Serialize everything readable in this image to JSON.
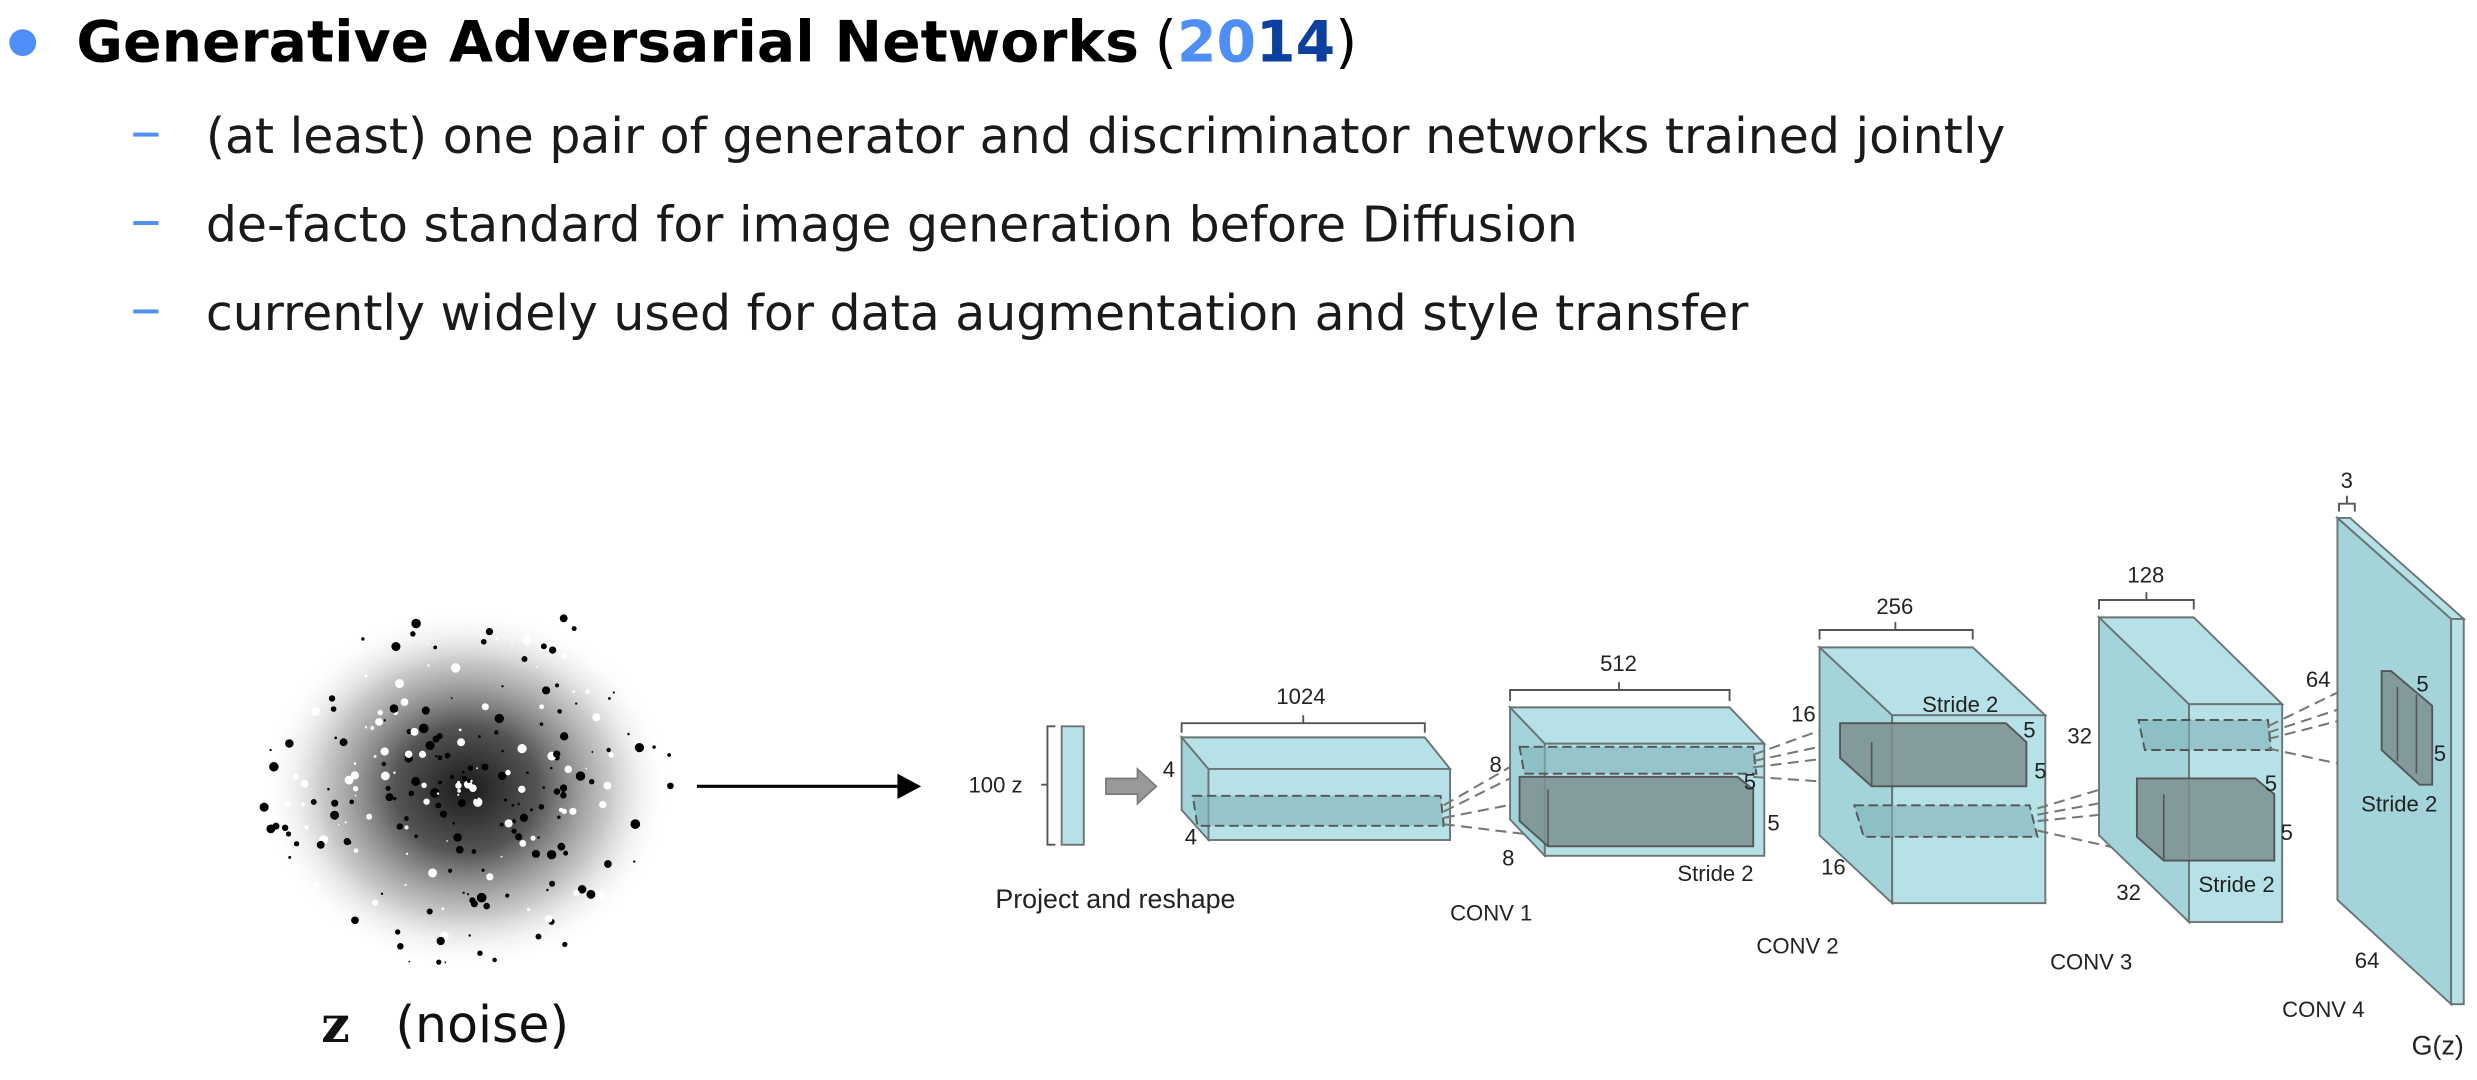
{
  "heading": {
    "title": "Generative Adversarial Networks",
    "paren_open": "(",
    "year_part1": "20",
    "year_part2": "14",
    "paren_close": ")",
    "bullet_color": "#4d8ef7",
    "year_color1": "#4f8ef5",
    "year_color2": "#0d3fa0"
  },
  "bullets": [
    "(at least) one pair of generator and discriminator networks trained jointly",
    "de-facto standard for image generation before Diffusion",
    "currently widely used for data augmentation and style transfer"
  ],
  "noise": {
    "symbol": "z",
    "caption": "(noise)"
  },
  "diagram": {
    "input_label": "100 z",
    "project_label": "Project and reshape",
    "block0": {
      "channels": "1024",
      "h": "4",
      "w": "4"
    },
    "conv1": {
      "name": "CONV 1",
      "channels": "512",
      "h": "8",
      "w": "8",
      "k1": "5",
      "k2": "5",
      "stride": "Stride 2"
    },
    "conv2": {
      "name": "CONV 2",
      "channels": "256",
      "h": "16",
      "w": "16",
      "k1": "5",
      "k2": "5",
      "stride": "Stride 2"
    },
    "conv3": {
      "name": "CONV 3",
      "channels": "128",
      "h": "32",
      "w": "32",
      "k1": "5",
      "k2": "5",
      "stride": "Stride 2"
    },
    "conv4": {
      "name": "CONV 4",
      "channels": "3",
      "h": "64",
      "w": "64",
      "k1": "5",
      "k2": "5",
      "stride": "Stride 2"
    },
    "output_label": "G(z)"
  }
}
